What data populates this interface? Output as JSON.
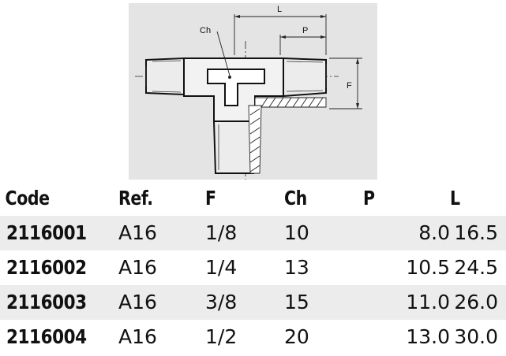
{
  "drawing": {
    "labels": {
      "ch": "Ch",
      "l": "L",
      "p": "P",
      "f": "F"
    }
  },
  "table": {
    "headers": [
      "Code",
      "Ref.",
      "F",
      "Ch",
      "P",
      "L"
    ],
    "rows": [
      [
        "2116001",
        "A16",
        "1/8",
        "10",
        "8.0",
        "16.5"
      ],
      [
        "2116002",
        "A16",
        "1/4",
        "13",
        "10.5",
        "24.5"
      ],
      [
        "2116003",
        "A16",
        "3/8",
        "15",
        "11.0",
        "26.0"
      ],
      [
        "2116004",
        "A16",
        "1/2",
        "20",
        "13.0",
        "30.0"
      ]
    ]
  }
}
